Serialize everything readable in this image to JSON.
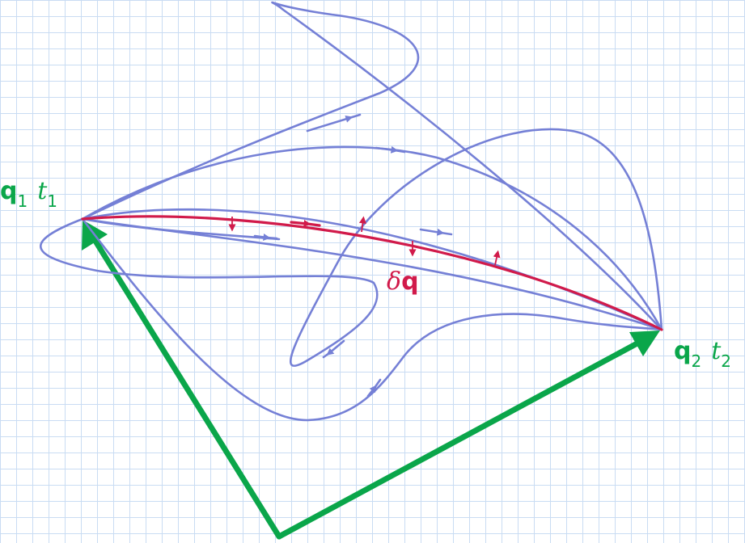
{
  "labels": {
    "start_point": {
      "vector": "q",
      "vector_sub": "1",
      "time": "t",
      "time_sub": "1"
    },
    "end_point": {
      "vector": "q",
      "vector_sub": "2",
      "time": "t",
      "time_sub": "2"
    },
    "variation": {
      "symbol": "δ",
      "vector": "q"
    }
  },
  "colors": {
    "paths": "#7580d6",
    "stationary_path": "#d11a4a",
    "position_vectors": "#0aa64a",
    "variation_label": "#d11a4a",
    "point_labels": "#0aa64a"
  }
}
